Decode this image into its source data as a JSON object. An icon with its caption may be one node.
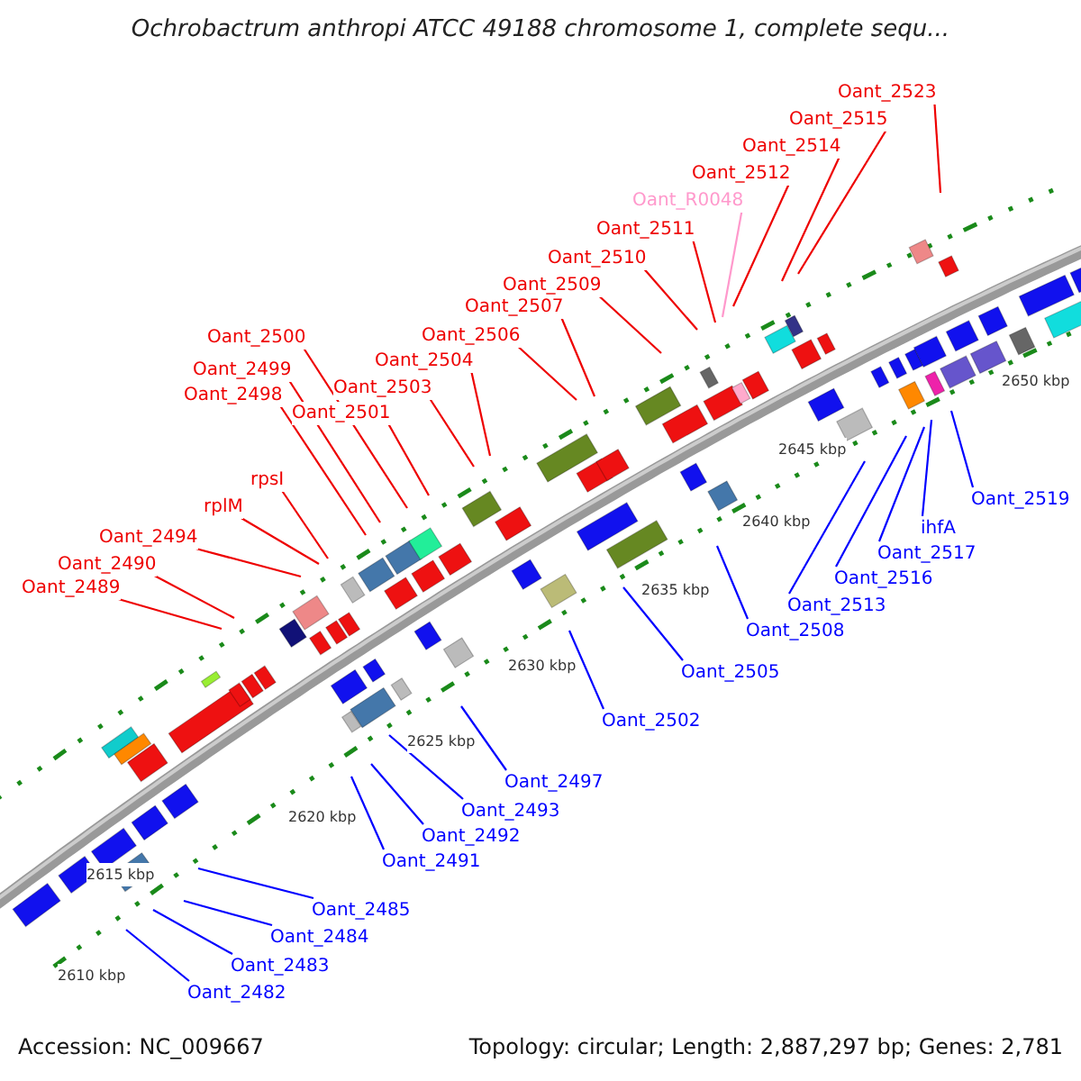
{
  "diagram": {
    "title": "Ochrobactrum anthropi ATCC 49188 chromosome 1, complete sequ...",
    "nodes": [
      {
        "text": [
          "Oant_2523"
        ]
      },
      {
        "text": [
          "Oant_2515"
        ]
      },
      {
        "text": [
          "Oant_2514"
        ]
      },
      {
        "text": [
          "Oant_2512"
        ]
      },
      {
        "text": [
          "Oant_R0048"
        ]
      },
      {
        "text": [
          "Oant_2511"
        ]
      },
      {
        "text": [
          "Oant_2510"
        ]
      },
      {
        "text": [
          "Oant_2509"
        ]
      },
      {
        "text": [
          "Oant_2507"
        ]
      },
      {
        "text": [
          "Oant_2500"
        ]
      },
      {
        "text": [
          "Oant_2506"
        ]
      },
      {
        "text": [
          "Oant_2504"
        ]
      },
      {
        "text": [
          "Oant_2499"
        ]
      },
      {
        "text": [
          "Oant_2503"
        ]
      },
      {
        "text": [
          "Oant_2498"
        ]
      },
      {
        "text": [
          "Oant_2501"
        ]
      },
      {
        "text": [
          "rpsI"
        ]
      },
      {
        "text": [
          "Oant_2519"
        ]
      },
      {
        "text": [
          "rplM"
        ]
      },
      {
        "text": [
          "ihfA"
        ]
      },
      {
        "text": [
          "Oant_2494"
        ]
      },
      {
        "text": [
          "Oant_2517"
        ]
      },
      {
        "text": [
          "Oant_2490"
        ]
      },
      {
        "text": [
          "Oant_2516"
        ]
      },
      {
        "text": [
          "Oant_2489"
        ]
      },
      {
        "text": [
          "Oant_2513"
        ]
      },
      {
        "text": [
          "Oant_2508"
        ]
      },
      {
        "text": [
          "Oant_2505"
        ]
      },
      {
        "text": [
          "Oant_2502"
        ]
      },
      {
        "text": [
          "Oant_2497"
        ]
      },
      {
        "text": [
          "Oant_2493"
        ]
      },
      {
        "text": [
          "Oant_2492"
        ]
      },
      {
        "text": [
          "Oant_2491"
        ]
      },
      {
        "text": [
          "Oant_2485"
        ]
      },
      {
        "text": [
          "Oant_2484"
        ]
      },
      {
        "text": [
          "Oant_2483"
        ]
      },
      {
        "text": [
          "Oant_2482"
        ]
      }
    ],
    "edges": [
      {
        "from": 0,
        "to": null,
        "arrow": "none"
      },
      {
        "from": 1,
        "to": null,
        "arrow": "none"
      },
      {
        "from": 2,
        "to": null,
        "arrow": "none"
      },
      {
        "from": 3,
        "to": null,
        "arrow": "none"
      },
      {
        "from": 4,
        "to": null,
        "arrow": "none",
        "color": "#ff99cc"
      },
      {
        "from": 5,
        "to": null,
        "arrow": "none"
      },
      {
        "from": 6,
        "to": null,
        "arrow": "none"
      },
      {
        "from": 7,
        "to": null,
        "arrow": "none"
      },
      {
        "from": 8,
        "to": null,
        "arrow": "none"
      },
      {
        "from": 9,
        "to": null,
        "arrow": "none"
      },
      {
        "from": 10,
        "to": null,
        "arrow": "none"
      },
      {
        "from": 11,
        "to": null,
        "arrow": "none"
      },
      {
        "from": 12,
        "to": null,
        "arrow": "none"
      },
      {
        "from": 13,
        "to": null,
        "arrow": "none"
      },
      {
        "from": 14,
        "to": null,
        "arrow": "none"
      },
      {
        "from": 15,
        "to": null,
        "arrow": "none"
      },
      {
        "from": 16,
        "to": null,
        "arrow": "none"
      },
      {
        "from": 17,
        "to": null,
        "arrow": "none",
        "color": "#0000ff"
      },
      {
        "from": 18,
        "to": null,
        "arrow": "none"
      },
      {
        "from": 19,
        "to": null,
        "arrow": "none",
        "color": "#0000ff"
      },
      {
        "from": 20,
        "to": null,
        "arrow": "none"
      },
      {
        "from": 21,
        "to": null,
        "arrow": "none",
        "color": "#0000ff"
      },
      {
        "from": 22,
        "to": null,
        "arrow": "none"
      },
      {
        "from": 23,
        "to": null,
        "arrow": "none",
        "color": "#0000ff"
      },
      {
        "from": 24,
        "to": null,
        "arrow": "none"
      },
      {
        "from": 25,
        "to": null,
        "arrow": "none",
        "color": "#0000ff"
      },
      {
        "from": 26,
        "to": null,
        "arrow": "none",
        "color": "#0000ff"
      },
      {
        "from": 27,
        "to": null,
        "arrow": "none",
        "color": "#0000ff"
      },
      {
        "from": 28,
        "to": null,
        "arrow": "none",
        "color": "#0000ff"
      },
      {
        "from": 29,
        "to": null,
        "arrow": "none",
        "color": "#0000ff"
      },
      {
        "from": 30,
        "to": null,
        "arrow": "none",
        "color": "#0000ff"
      },
      {
        "from": 31,
        "to": null,
        "arrow": "none",
        "color": "#0000ff"
      },
      {
        "from": 32,
        "to": null,
        "arrow": "none",
        "color": "#0000ff"
      },
      {
        "from": 33,
        "to": null,
        "arrow": "none",
        "color": "#0000ff"
      },
      {
        "from": 34,
        "to": null,
        "arrow": "none",
        "color": "#0000ff"
      },
      {
        "from": 35,
        "to": null,
        "arrow": "none",
        "color": "#0000ff"
      },
      {
        "from": 36,
        "to": null,
        "arrow": "none",
        "color": "#0000ff"
      }
    ],
    "labels": [
      "2650 kbp",
      "2645 kbp",
      "2640 kbp",
      "2635 kbp",
      "2630 kbp",
      "2625 kbp",
      "2620 kbp",
      "2615 kbp",
      "2610 kbp",
      "Accession: NC_009667",
      "Topology: circular; Length: 2,887,297 bp; Genes: 2,781"
    ]
  }
}
